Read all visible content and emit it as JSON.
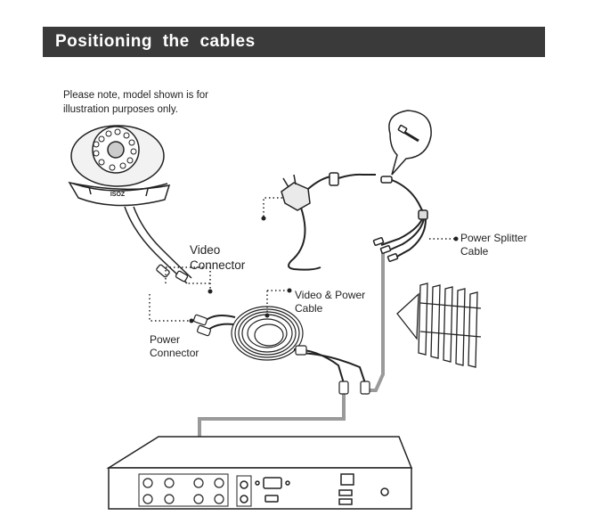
{
  "header": {
    "title": "Positioning the cables"
  },
  "note": "Please note, model shown is for illustration purposes only.",
  "camera": {
    "brand": "ISOZ"
  },
  "labels": {
    "video_connector": "Video Connector",
    "video_power_cable": "Video & Power Cable",
    "power_connector": "Power Connector",
    "power_splitter_cable": "Power Splitter Cable"
  },
  "colors": {
    "header_bg": "#3a3a3a",
    "cable_gray": "#9a9a9a",
    "line": "#222222"
  },
  "icons": [
    "dome-camera-icon",
    "power-adapter-icon",
    "splitter-cable-icon",
    "cable-coil-icon",
    "dvr-recorder-icon",
    "zoom-callout-icon"
  ]
}
